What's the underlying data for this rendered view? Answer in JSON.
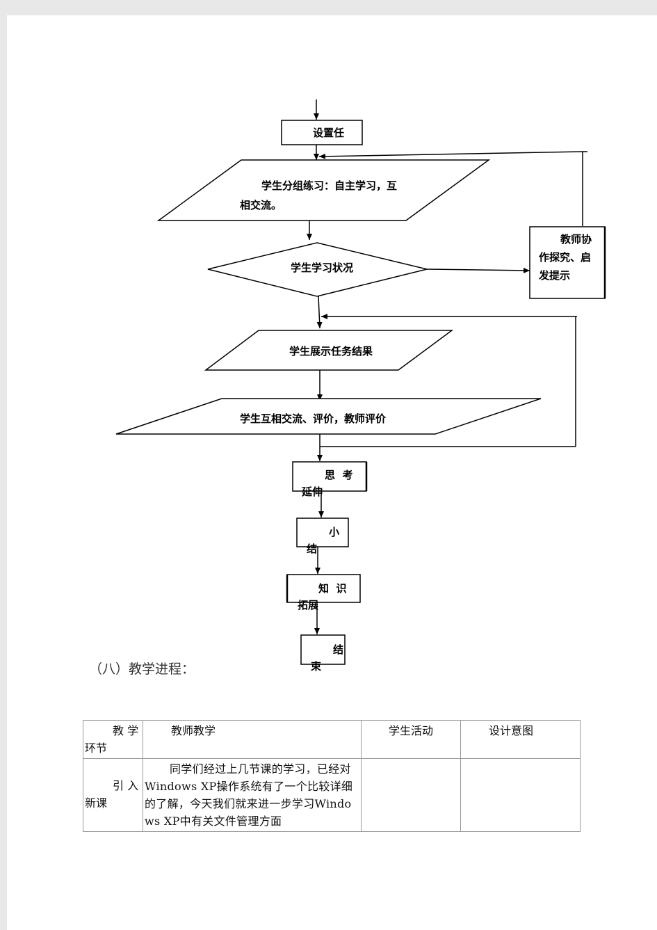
{
  "flowchart": {
    "set_task": "设置任",
    "group_practice_line1": "学生分组练习：自主学习，互",
    "group_practice_line2": "相交流。",
    "learning_status": "学生学习状况",
    "teacher_help_line1": "教师协",
    "teacher_help_line2": "作探究、启",
    "teacher_help_line3": "发提示",
    "show_results": "学生展示任务结果",
    "peer_eval": "学生互相交流、评价，教师评价",
    "think_line1": "思  考",
    "think_line2": "延伸",
    "summary_line1": "小",
    "summary_line2": "结",
    "knowledge_line1": "知  识",
    "knowledge_line2": "拓展",
    "end_line1": "结",
    "end_line2": "束"
  },
  "section_heading": "（八）教学进程：",
  "table": {
    "headers": {
      "stage_line1": "教 学",
      "stage_line2": "环节",
      "teacher": "教师教学",
      "student": "学生活动",
      "intent": "设计意图"
    },
    "row1": {
      "stage_line1": "引 入",
      "stage_line2": "新课",
      "teacher": "同学们经过上几节课的学习，已经对Windows XP操作系统有了一个比较详细的了解，今天我们就来进一步学习Windows XP中有关文件管理方面",
      "student": "",
      "intent": ""
    }
  }
}
